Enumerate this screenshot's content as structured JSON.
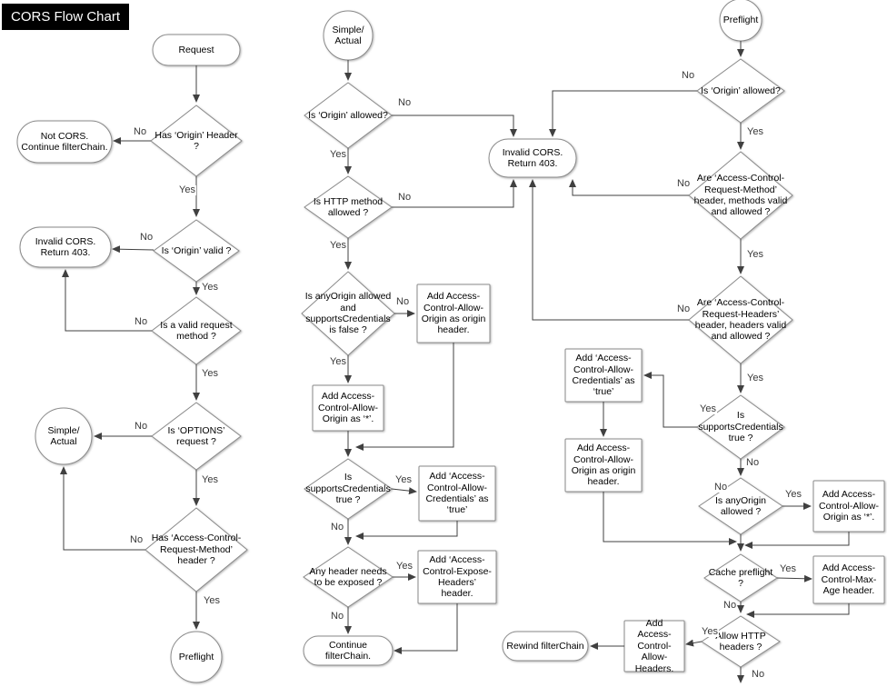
{
  "title": "CORS Flow Chart",
  "edge_labels": {
    "yes": "Yes",
    "no": "No"
  },
  "nodes": {
    "request": "Request",
    "has_origin": "Has ‘Origin’ Header ?",
    "not_cors": "Not CORS. Continue filterChain.",
    "origin_valid": "Is ‘Origin’ valid ?",
    "invalid_left": "Invalid CORS. Return 403.",
    "valid_method": "Is a valid request method ?",
    "is_options": "Is ‘OPTIONS’ request ?",
    "simple_actual_left": "Simple/\nActual",
    "has_acrm": "Has ‘Access-Control-Request-Method’ header ?",
    "preflight_left": "Preflight",
    "simple_actual_mid": "Simple/\nActual",
    "origin_allowed_mid": "Is ‘Origin’ allowed?",
    "invalid_mid": "Invalid CORS. Return 403.",
    "http_method": "Is HTTP method allowed ?",
    "anyorigin_mid": "Is anyOrigin allowed and supportsCredentials is false ?",
    "add_origin_mid": "Add Access-Control-Allow-Origin as origin header.",
    "add_star_mid": "Add Access-Control-Allow-Origin as ‘*’.",
    "cred_mid": "Is supportsCredentials true ?",
    "add_cred_mid": "Add ‘Access-Control-Allow-Credentials’ as ‘true’",
    "expose": "Any header needs to be exposed ?",
    "add_expose": "Add ‘Access-Control-Expose-Headers’ header.",
    "continue_fc": "Continue filterChain.",
    "preflight_top": "Preflight",
    "origin_allowed_r": "Is ‘Origin’ allowed?",
    "acrm": "Are ‘Access-Control-Request-Method’ header, methods valid and allowed ?",
    "acrh": "Are ‘Access-Control-Request-Headers’ header, headers valid and allowed ?",
    "cred_r": "Is supportsCredentials true ?",
    "add_cred_r": "Add ‘Access-Control-Allow-Credentials’ as ‘true’",
    "add_origin_r": "Add Access-Control-Allow-Origin as origin header.",
    "anyorigin_r": "Is anyOrigin allowed ?",
    "add_star_r": "Add Access-Control-Allow-Origin as ‘*’.",
    "cache": "Cache preflight ?",
    "maxage": "Add Access-Control-Max-Age header.",
    "allow_headers": "Allow HTTP headers ?",
    "add_allow_headers": "Add Access-Control-Allow-Headers.",
    "rewind": "Rewind filterChain"
  }
}
